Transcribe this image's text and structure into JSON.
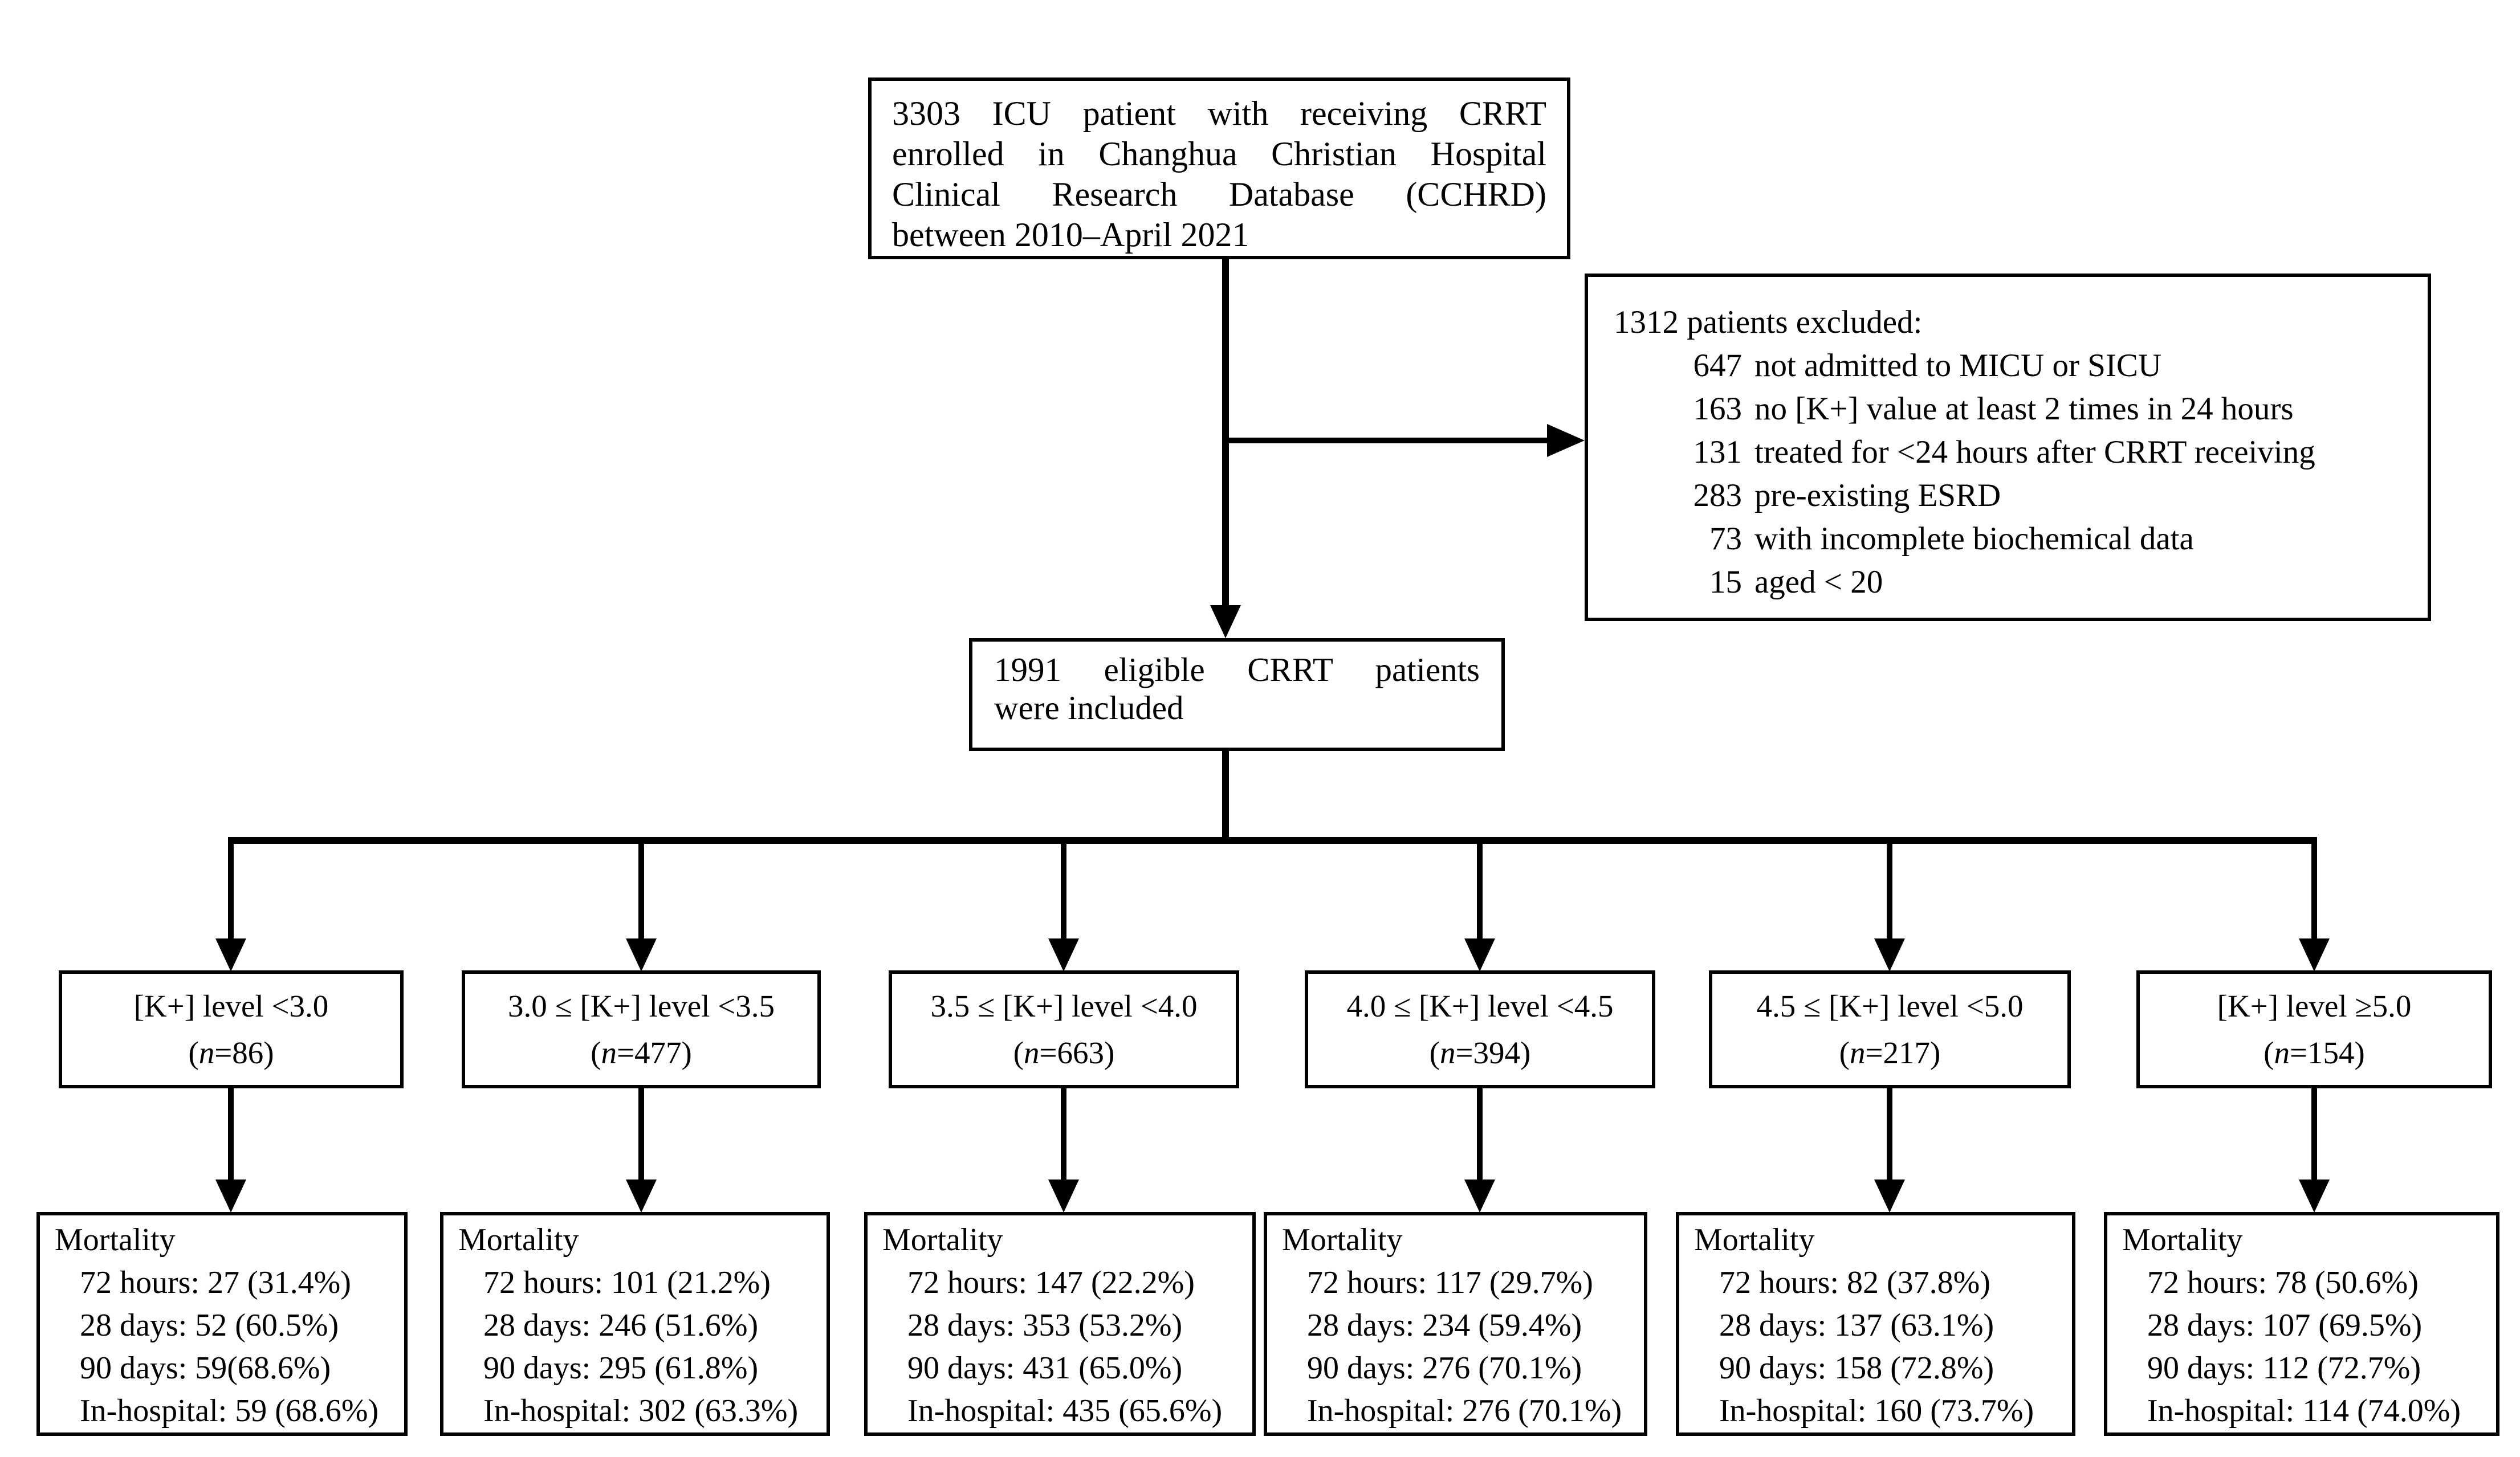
{
  "figure": {
    "source_box": {
      "lines": [
        "3303 ICU patient with receiving CRRT",
        "enrolled in Changhua Christian Hospital",
        "Clinical Research Database (CCHRD)",
        "between 2010–April 2021"
      ]
    },
    "excluded_box": {
      "heading": "1312 patients excluded:",
      "items": [
        {
          "count": "647",
          "reason": "not admitted to MICU or SICU"
        },
        {
          "count": "163",
          "reason": "no [K+] value at least 2 times in 24 hours"
        },
        {
          "count": "131",
          "reason": "treated for <24 hours after CRRT receiving"
        },
        {
          "count": "283",
          "reason": "pre-existing ESRD"
        },
        {
          "count": "73",
          "reason": "with incomplete biochemical data"
        },
        {
          "count": "15",
          "reason": "aged < 20"
        }
      ]
    },
    "eligible_box": {
      "lines": [
        "1991 eligible CRRT patients",
        "were included"
      ]
    },
    "groups": [
      {
        "label": "[K+] level <3.0",
        "n_parts": [
          "(",
          "n",
          "=86)"
        ],
        "mortality": {
          "title": "Mortality",
          "rows": [
            {
              "label": "72 hours:",
              "value": "27 (31.4%)"
            },
            {
              "label": "28 days:",
              "value": "52 (60.5%)"
            },
            {
              "label": "90 days:",
              "value": "59(68.6%)"
            },
            {
              "label": "In-hospital:",
              "value": "59 (68.6%)"
            }
          ]
        }
      },
      {
        "label": "3.0 ≤ [K+] level <3.5",
        "n_parts": [
          "(",
          "n",
          "=477)"
        ],
        "mortality": {
          "title": "Mortality",
          "rows": [
            {
              "label": "72 hours:",
              "value": "101 (21.2%)"
            },
            {
              "label": "28 days:",
              "value": "246 (51.6%)"
            },
            {
              "label": "90 days:",
              "value": "295 (61.8%)"
            },
            {
              "label": "In-hospital:",
              "value": "302 (63.3%)"
            }
          ]
        }
      },
      {
        "label": "3.5 ≤ [K+] level <4.0",
        "n_parts": [
          "(",
          "n",
          "=663)"
        ],
        "mortality": {
          "title": "Mortality",
          "rows": [
            {
              "label": "72 hours:",
              "value": "147 (22.2%)"
            },
            {
              "label": "28 days:",
              "value": "353 (53.2%)"
            },
            {
              "label": "90 days:",
              "value": "431 (65.0%)"
            },
            {
              "label": "In-hospital:",
              "value": "435 (65.6%)"
            }
          ]
        }
      },
      {
        "label": "4.0 ≤ [K+] level <4.5",
        "n_parts": [
          "(",
          "n",
          "=394)"
        ],
        "mortality": {
          "title": "Mortality",
          "rows": [
            {
              "label": "72 hours:",
              "value": "117 (29.7%)"
            },
            {
              "label": "28 days:",
              "value": "234 (59.4%)"
            },
            {
              "label": "90 days:",
              "value": "276 (70.1%)"
            },
            {
              "label": "In-hospital:",
              "value": "276 (70.1%)"
            }
          ]
        }
      },
      {
        "label": "4.5 ≤ [K+] level <5.0",
        "n_parts": [
          "(",
          "n",
          "=217)"
        ],
        "mortality": {
          "title": "Mortality",
          "rows": [
            {
              "label": "72 hours:",
              "value": "82 (37.8%)"
            },
            {
              "label": "28 days:",
              "value": "137 (63.1%)"
            },
            {
              "label": "90 days:",
              "value": "158 (72.8%)"
            },
            {
              "label": "In-hospital:",
              "value": "160 (73.7%)"
            }
          ]
        }
      },
      {
        "label": "[K+] level ≥5.0",
        "n_parts": [
          "(",
          "n",
          "=154)"
        ],
        "mortality": {
          "title": "Mortality",
          "rows": [
            {
              "label": "72 hours:",
              "value": "78 (50.6%)"
            },
            {
              "label": "28 days:",
              "value": "107 (69.5%)"
            },
            {
              "label": "90 days:",
              "value": "112 (72.7%)"
            },
            {
              "label": "In-hospital:",
              "value": "114 (74.0%)"
            }
          ]
        }
      }
    ]
  }
}
